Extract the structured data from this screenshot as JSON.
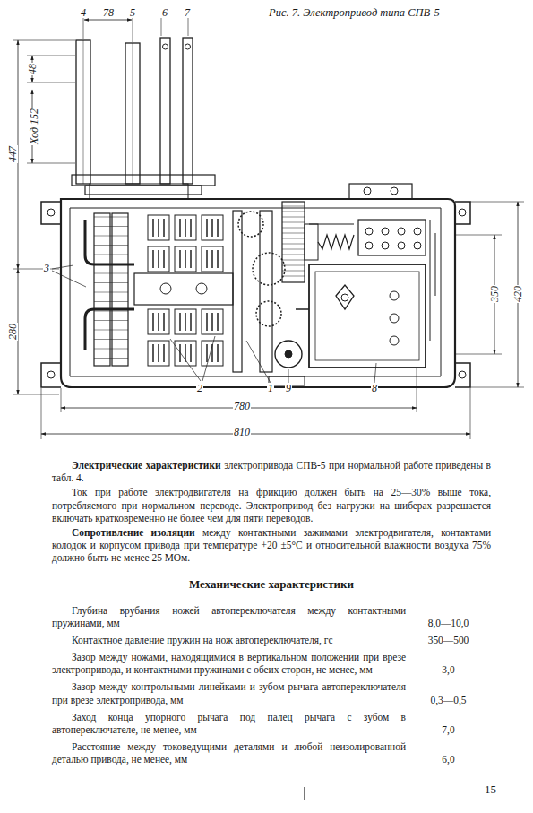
{
  "diagram": {
    "caption": "Рис. 7. Электропривод типа СПВ-5",
    "labels": [
      "4",
      "78",
      "5",
      "6",
      "7",
      "48",
      "Ход 152",
      "447",
      "280",
      "3",
      "2",
      "1",
      "9",
      "8",
      "780",
      "810",
      "350",
      "420",
      "Электрические характеристики",
      "электропривода СПВ-5 при нормальной работе приведены в табл. 4.",
      "Ток при работе электродвигателя на фрикцию должен быть на 25—30% выше тока, потребляемого при нормальном переводе. Электропривод без нагрузки на шиберах разрешается включать кратковременно не более чем для пяти переводов.",
      "Сопротивление изоляции",
      "между контактными зажимами электродвигателя, контактами колодок и корпусом привода при температуре +20 ±5°C и относительной влажности воздуха 75% должно быть не менее 25 МОм.",
      "Механические характеристики",
      "Глубина врубания ножей автопереключателя между контактными пружинами, мм",
      "8,0—10,0",
      "Контактное давление пружин на нож автопереключателя, гс",
      "350—500",
      "Зазор между ножами, находящимися в вертикальном положении при врезе электропривода, и контактными пружинами с обеих сторон, не менее, мм",
      "3,0",
      "Зазор между контрольными линейками и зубом рычага автопереключателя при врезе электропривода, мм",
      "0,3—0,5",
      "Заход конца упорного рычага под палец рычага с зубом в автопереключателе, не менее, мм",
      "7,0",
      "Расстояние между токоведущими деталями и любой неизолированной деталью привода, не менее, мм",
      "6,0",
      "15"
    ]
  }
}
